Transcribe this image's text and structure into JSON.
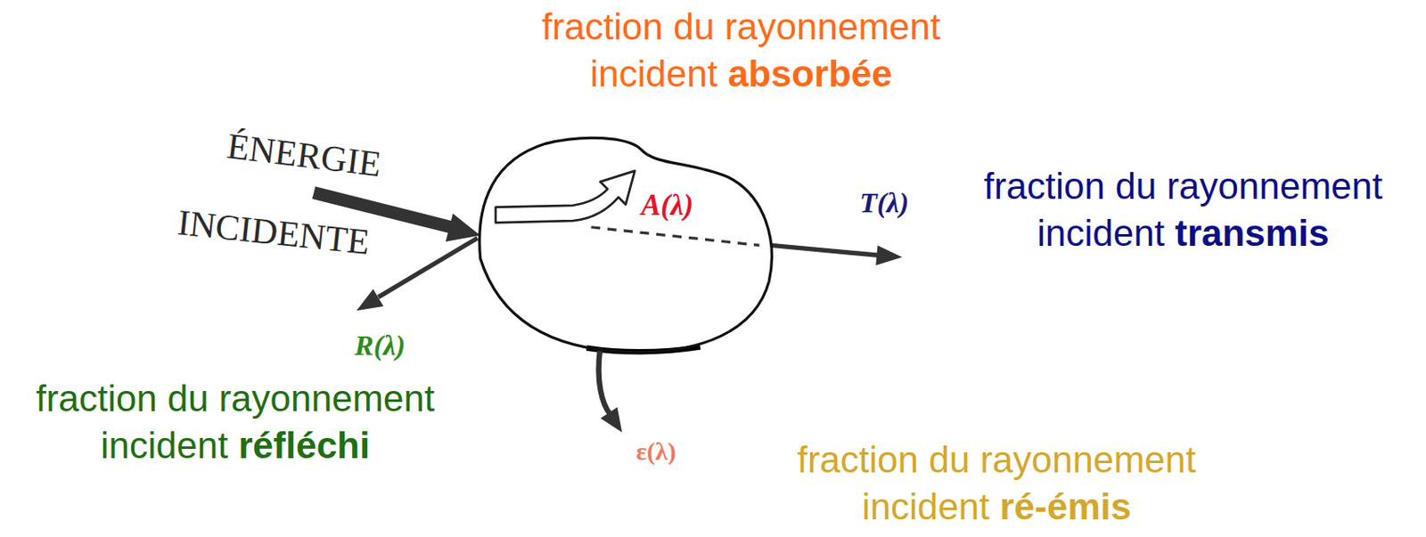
{
  "diagram": {
    "nodes": [
      {
        "text": [
          "A(λ)"
        ]
      }
    ],
    "labels": [
      "fraction du rayonnement incident absorbée",
      "ÉNERGIE",
      "INCIDENTE",
      "fraction du rayonnement incident transmis",
      "R(λ)",
      "T(λ)",
      "ε(λ)",
      "fraction du rayonnement incident réfléchi",
      "fraction du rayonnement incident ré-émis"
    ]
  }
}
